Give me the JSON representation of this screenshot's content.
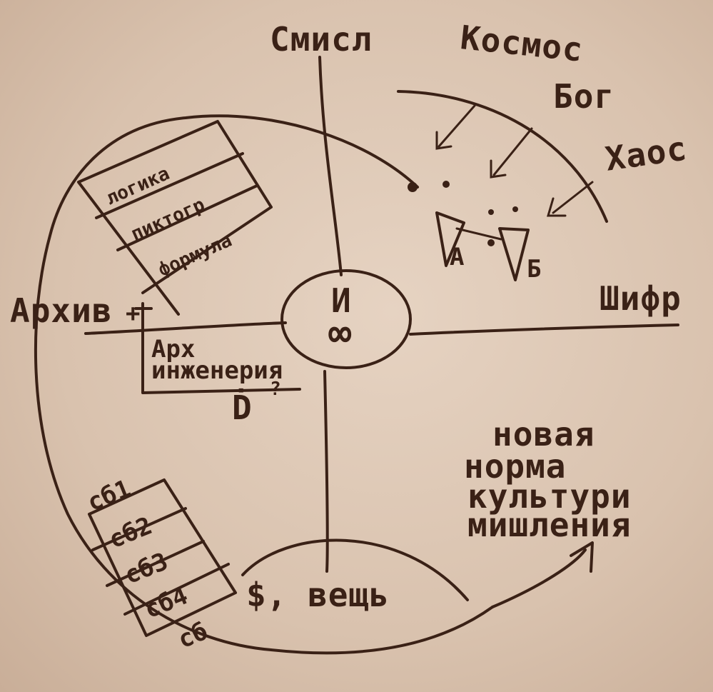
{
  "labels": {
    "top": "Смисл",
    "kosmos": "Космос",
    "bog": "Бог",
    "khaos": "Хаос",
    "right": "Шифр",
    "left": "Архив",
    "center_top": "И",
    "center_bottom": "∞",
    "archive_stack": [
      "логика",
      "пиктогр",
      "формула"
    ],
    "arch_eng_1": "Арх",
    "arch_eng_2": "инженерия",
    "d_mark": "Ḋ",
    "question": "?",
    "point_a": "А",
    "point_b": "Б",
    "sb_stack": [
      "сб1",
      "сб2",
      "сб3",
      "сб4",
      "сб"
    ],
    "veshch": "$, вещь",
    "new_norm": [
      "новая",
      "норма",
      "культури",
      "мишления"
    ]
  }
}
